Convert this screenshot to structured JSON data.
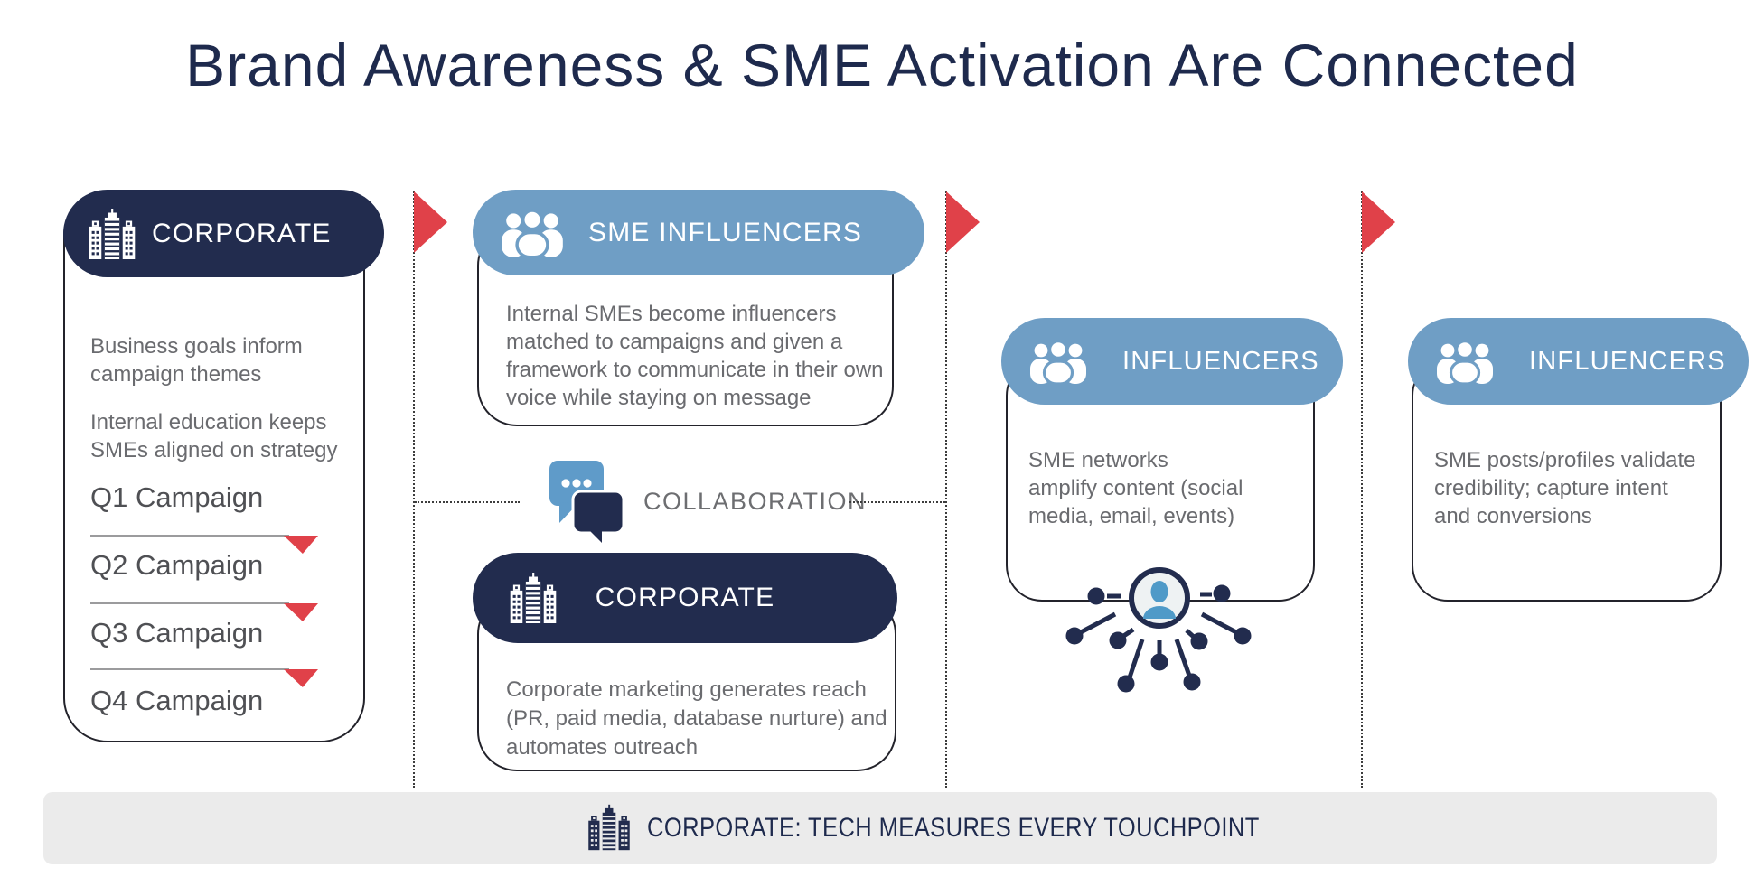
{
  "title": "Brand Awareness & SME Activation Are Connected",
  "colors": {
    "navy": "#222c4e",
    "steel_blue": "#6f9ec5",
    "red": "#e04149",
    "body_gray": "#6a6b6f",
    "footer_bar_gray": "#ebebeb"
  },
  "panel_corporate": {
    "header": "CORPORATE",
    "para1_lines": [
      "Business goals inform",
      "campaign themes"
    ],
    "para2_lines": [
      "Internal education keeps",
      "SMEs aligned on strategy"
    ],
    "campaigns": [
      "Q1 Campaign",
      "Q2 Campaign",
      "Q3 Campaign",
      "Q4 Campaign"
    ]
  },
  "panel_sme_influencers": {
    "header": "SME INFLUENCERS",
    "body_lines": [
      "Internal SMEs become influencers",
      "matched to campaigns and given a",
      "framework to communicate in their own",
      "voice while staying on message"
    ]
  },
  "collaboration": {
    "label": "COLLABORATION"
  },
  "panel_corporate_marketing": {
    "header": "CORPORATE",
    "body_lines": [
      "Corporate marketing generates reach",
      "(PR, paid media, database nurture) and",
      "automates outreach"
    ]
  },
  "panel_influencers_amplify": {
    "header": "INFLUENCERS",
    "body_lines": [
      "SME networks",
      "amplify content (social",
      "media, email, events)"
    ]
  },
  "panel_influencers_validate": {
    "header": "INFLUENCERS",
    "body_lines": [
      "SME posts/profiles validate",
      "credibility; capture intent",
      "and conversions"
    ]
  },
  "footer": {
    "label": "CORPORATE: TECH MEASURES EVERY TOUCHPOINT"
  }
}
